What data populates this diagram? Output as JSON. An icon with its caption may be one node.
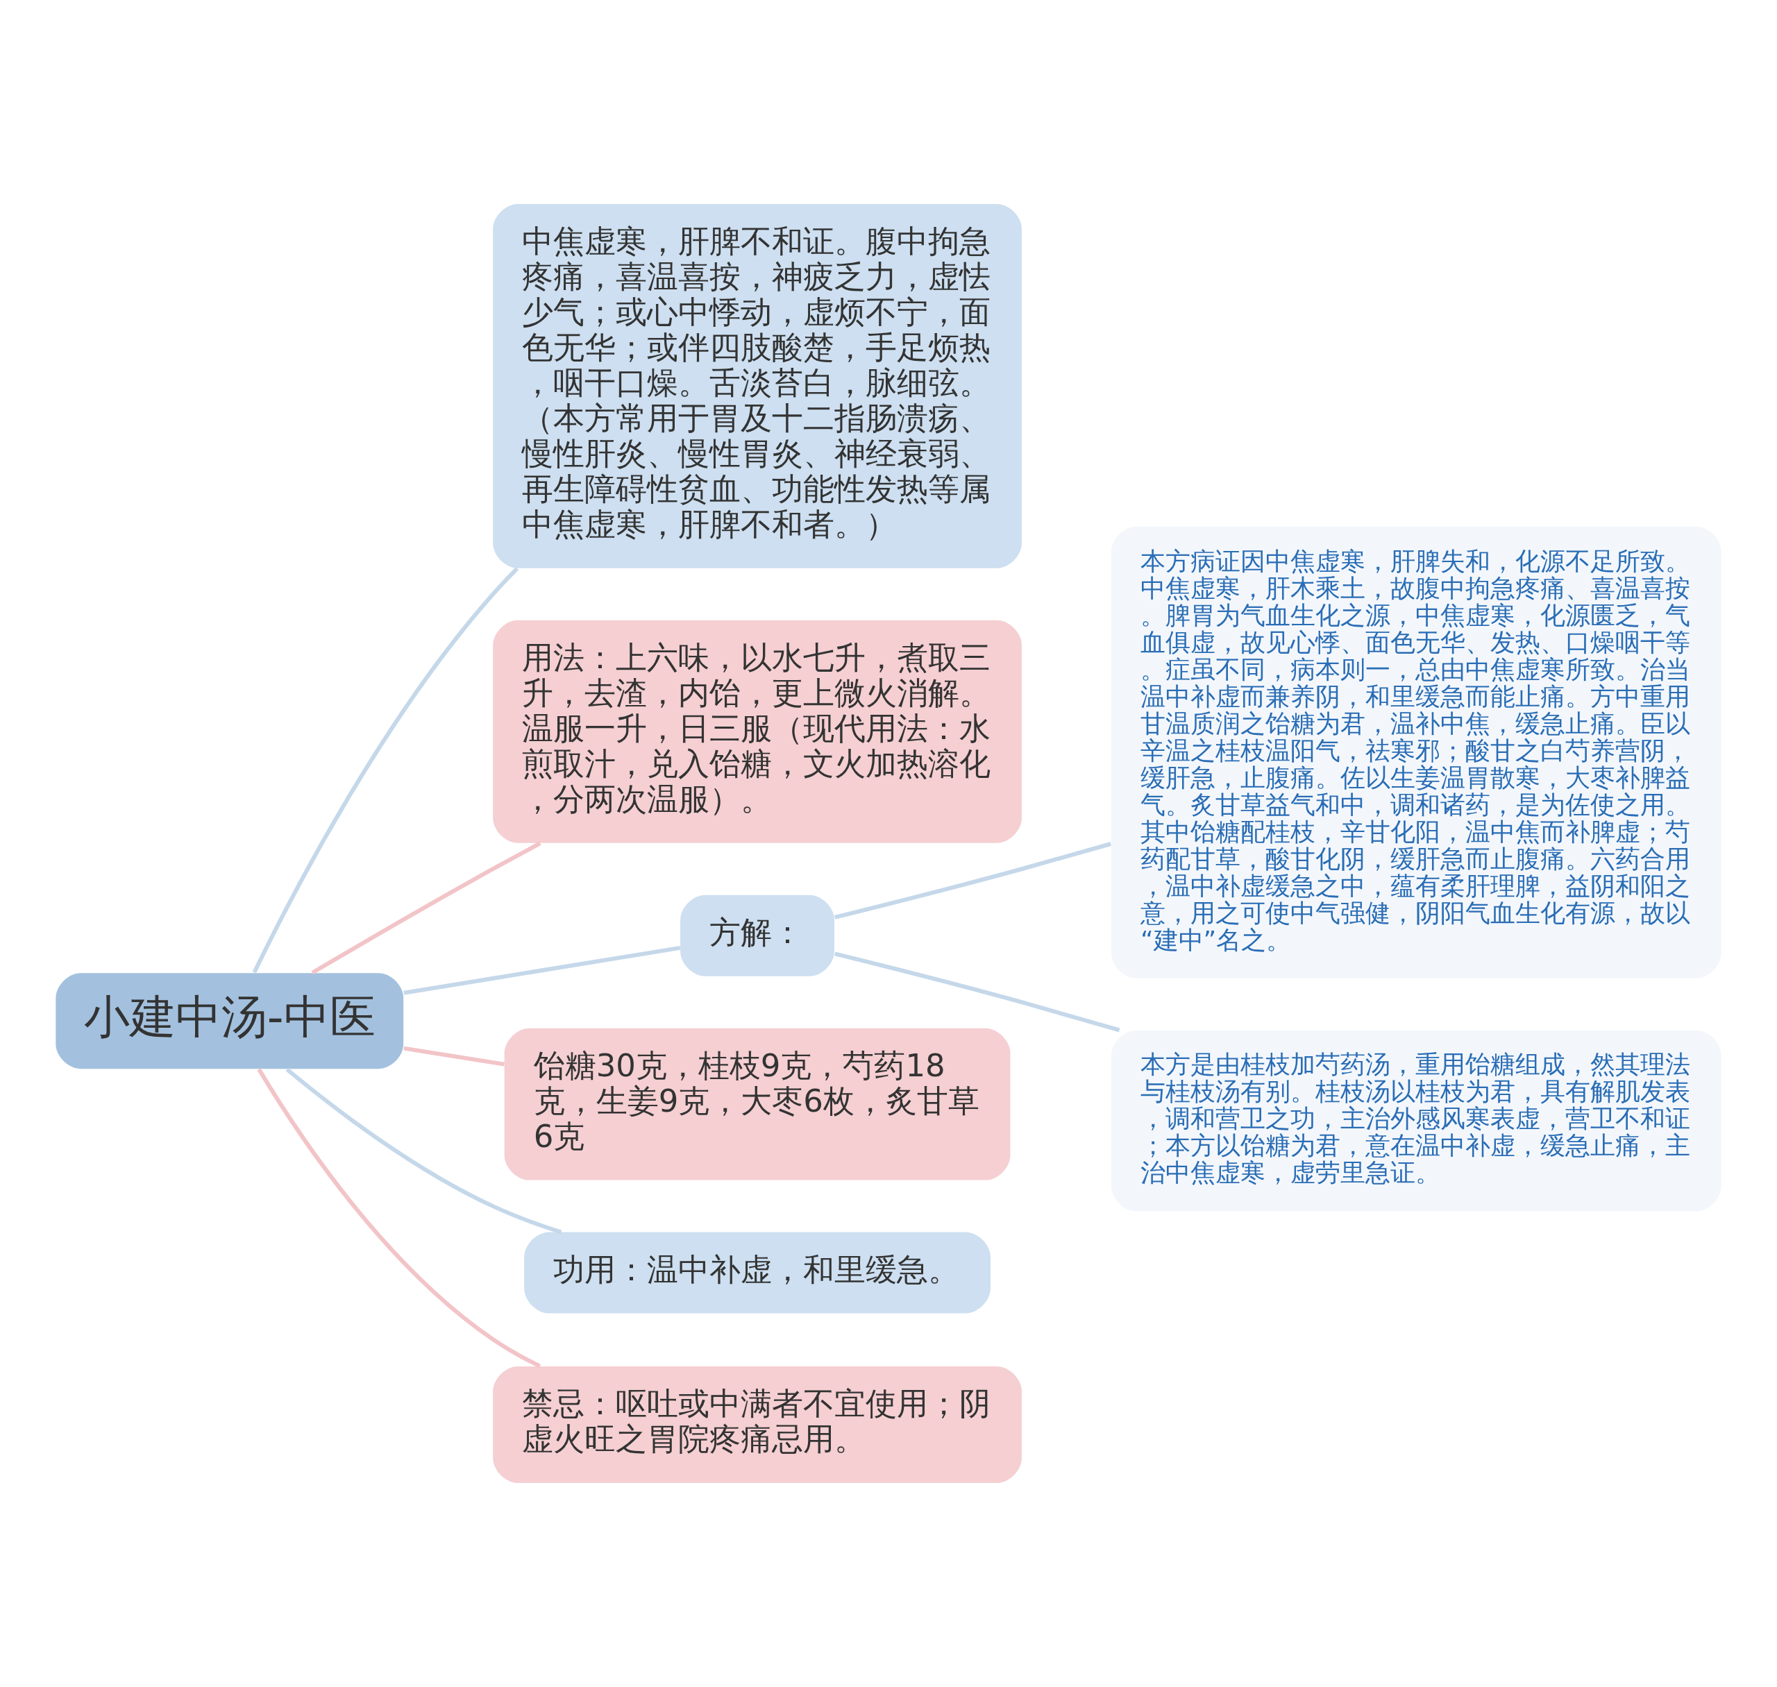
{
  "diagram": {
    "nodes": [
      {
        "text": [
          "小建中汤-中医"
        ]
      },
      {
        "text": [
          "中焦虚寒，肝脾不和证。腹中拘急疼痛，喜温喜按，神疲乏力，虚怯少气；或心中悸动，虚烦不宁，面色无华；或伴四肢酸楚，手足烦热，咽干口燥。舌淡苔白，脉细弦。（本方常用于胃及十二指肠溃疡、慢性肝炎、慢性胃炎、神经衰弱、再生障碍性贫血、功能性发热等属中焦虚寒，肝脾不和者。）"
        ]
      },
      {
        "text": [
          "用法：上六味，以水七升，煮取三升，去渣，内饴，更上微火消解。温服一升，日三服（现代用法：水煎取汁，兑入饴糖，文火加热溶化，分两次温服）。"
        ]
      },
      {
        "text": [
          "方解："
        ]
      },
      {
        "text": [
          "本方病证因中焦虚寒，肝脾失和，化源不足所致。中焦虚寒，肝木乘土，故腹中拘急疼痛、喜温喜按。脾胃为气血生化之源，中焦虚寒，化源匮乏，气血俱虚，故见心悸、面色无华、发热、口燥咽干等。症虽不同，病本则一，总由中焦虚寒所致。治当温中补虚而兼养阴，和里缓急而能止痛。方中重用甘温质润之饴糖为君，温补中焦，缓急止痛。臣以辛温之桂枝温阳气，祛寒邪；酸甘之白芍养营阴，缓肝急，止腹痛。佐以生姜温胃散寒，大枣补脾益气。炙甘草益气和中，调和诸药，是为佐使之用。其中饴糖配桂枝，辛甘化阳，温中焦而补脾虚；芍药配甘草，酸甘化阴，缓肝急而止腹痛。六药合用，温中补虚缓急之中，蕴有柔肝理脾，益阴和阳之意，用之可使中气强健，阴阳气血生化有源，故以“建中”名之。"
        ]
      },
      {
        "text": [
          "本方是由桂枝加芍药汤，重用饴糖组成，然其理法与桂枝汤有别。桂枝汤以桂枝为君，具有解肌发表，调和营卫之功，主治外感风寒表虚，营卫不和证；本方以饴糖为君，意在温中补虚，缓急止痛，主治中焦虚寒，虚劳里急证。"
        ]
      },
      {
        "text": [
          "饴糖30克，桂枝9克，芍药18克，生姜9克，大枣6枚，炙甘草6克"
        ]
      },
      {
        "text": [
          "功用：温中补虚，和里缓急。"
        ]
      },
      {
        "text": [
          "禁忌：呕吐或中满者不宜使用；阴虚火旺之胃院疼痛忌用。"
        ]
      }
    ],
    "edges": [
      {
        "from": 0,
        "to": 1,
        "arrow": "none"
      },
      {
        "from": 0,
        "to": 2,
        "arrow": "none",
        "color": "#f2c4c8"
      },
      {
        "from": 0,
        "to": 3,
        "arrow": "none"
      },
      {
        "from": 3,
        "to": 4,
        "arrow": "none"
      },
      {
        "from": 3,
        "to": 5,
        "arrow": "none"
      },
      {
        "from": 0,
        "to": 6,
        "arrow": "none",
        "color": "#f2c4c8"
      },
      {
        "from": 0,
        "to": 7,
        "arrow": "none"
      },
      {
        "from": 0,
        "to": 8,
        "arrow": "none",
        "color": "#f2c4c8"
      }
    ]
  }
}
